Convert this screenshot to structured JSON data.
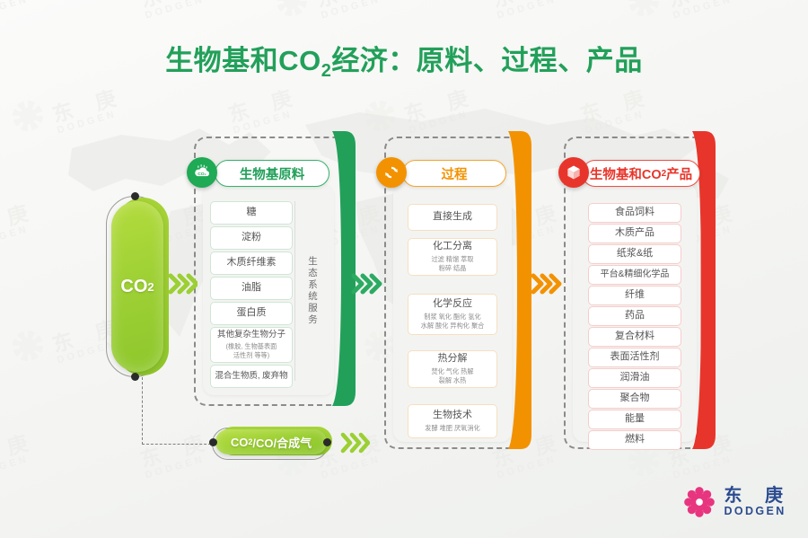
{
  "title": {
    "prefix": "生物基和CO",
    "sub": "2",
    "suffix": "经济：原料、过程、产品"
  },
  "co2_capsule": {
    "label": "CO",
    "sub": "2"
  },
  "syngas_pill": {
    "label_a": "CO",
    "sub_a": "2",
    "label_b": "/CO/合成气"
  },
  "columns": [
    {
      "key": "feedstock",
      "header": "生物基原料",
      "icon": "co2-cloud-icon",
      "color": "#22a05a",
      "side_label": "生态系统服务",
      "items": [
        {
          "main": "糖",
          "sub": ""
        },
        {
          "main": "淀粉",
          "sub": ""
        },
        {
          "main": "木质纤维素",
          "sub": ""
        },
        {
          "main": "油脂",
          "sub": ""
        },
        {
          "main": "蛋白质",
          "sub": ""
        },
        {
          "main": "其他复杂生物分子",
          "sub": "(橡胶, 生物基表面\n活性剂 等等)"
        },
        {
          "main": "混合生物质, 废弃物",
          "sub": ""
        }
      ]
    },
    {
      "key": "process",
      "header": "过程",
      "icon": "recycle-icon",
      "color": "#f39200",
      "items": [
        {
          "main": "直接生成",
          "sub": ""
        },
        {
          "main": "化工分离",
          "sub": "过滤 精馏 萃取\n粉碎 结晶"
        },
        {
          "main": "化学反应",
          "sub": "制浆 氧化 酯化 氢化\n水解 酸化 异构化 聚合"
        },
        {
          "main": "热分解",
          "sub": "焚化 气化 热解\n裂解 水热"
        },
        {
          "main": "生物技术",
          "sub": "发酵 堆肥 厌氧消化"
        }
      ]
    },
    {
      "key": "products",
      "header_prefix": "生物基和CO",
      "header_sub": "2",
      "header_suffix": "产品",
      "icon": "product-box-icon",
      "color": "#e8352b",
      "items": [
        {
          "main": "食品饲料",
          "sub": ""
        },
        {
          "main": "木质产品",
          "sub": ""
        },
        {
          "main": "纸浆&纸",
          "sub": ""
        },
        {
          "main": "平台&精细化学品",
          "sub": ""
        },
        {
          "main": "纤维",
          "sub": ""
        },
        {
          "main": "药品",
          "sub": ""
        },
        {
          "main": "复合材料",
          "sub": ""
        },
        {
          "main": "表面活性剂",
          "sub": ""
        },
        {
          "main": "润滑油",
          "sub": ""
        },
        {
          "main": "聚合物",
          "sub": ""
        },
        {
          "main": "能量",
          "sub": ""
        },
        {
          "main": "燃料",
          "sub": ""
        }
      ]
    }
  ],
  "logo": {
    "cn": "东 庚",
    "en": "DODGEN"
  },
  "watermark": {
    "cn": "东 庚",
    "en": "DODGEN"
  },
  "colors": {
    "green": "#22a05a",
    "orange": "#f39200",
    "red": "#e8352b",
    "lime": "#9bcf33",
    "logo_blue": "#2b4b8f",
    "logo_pink": "#e8357f"
  }
}
